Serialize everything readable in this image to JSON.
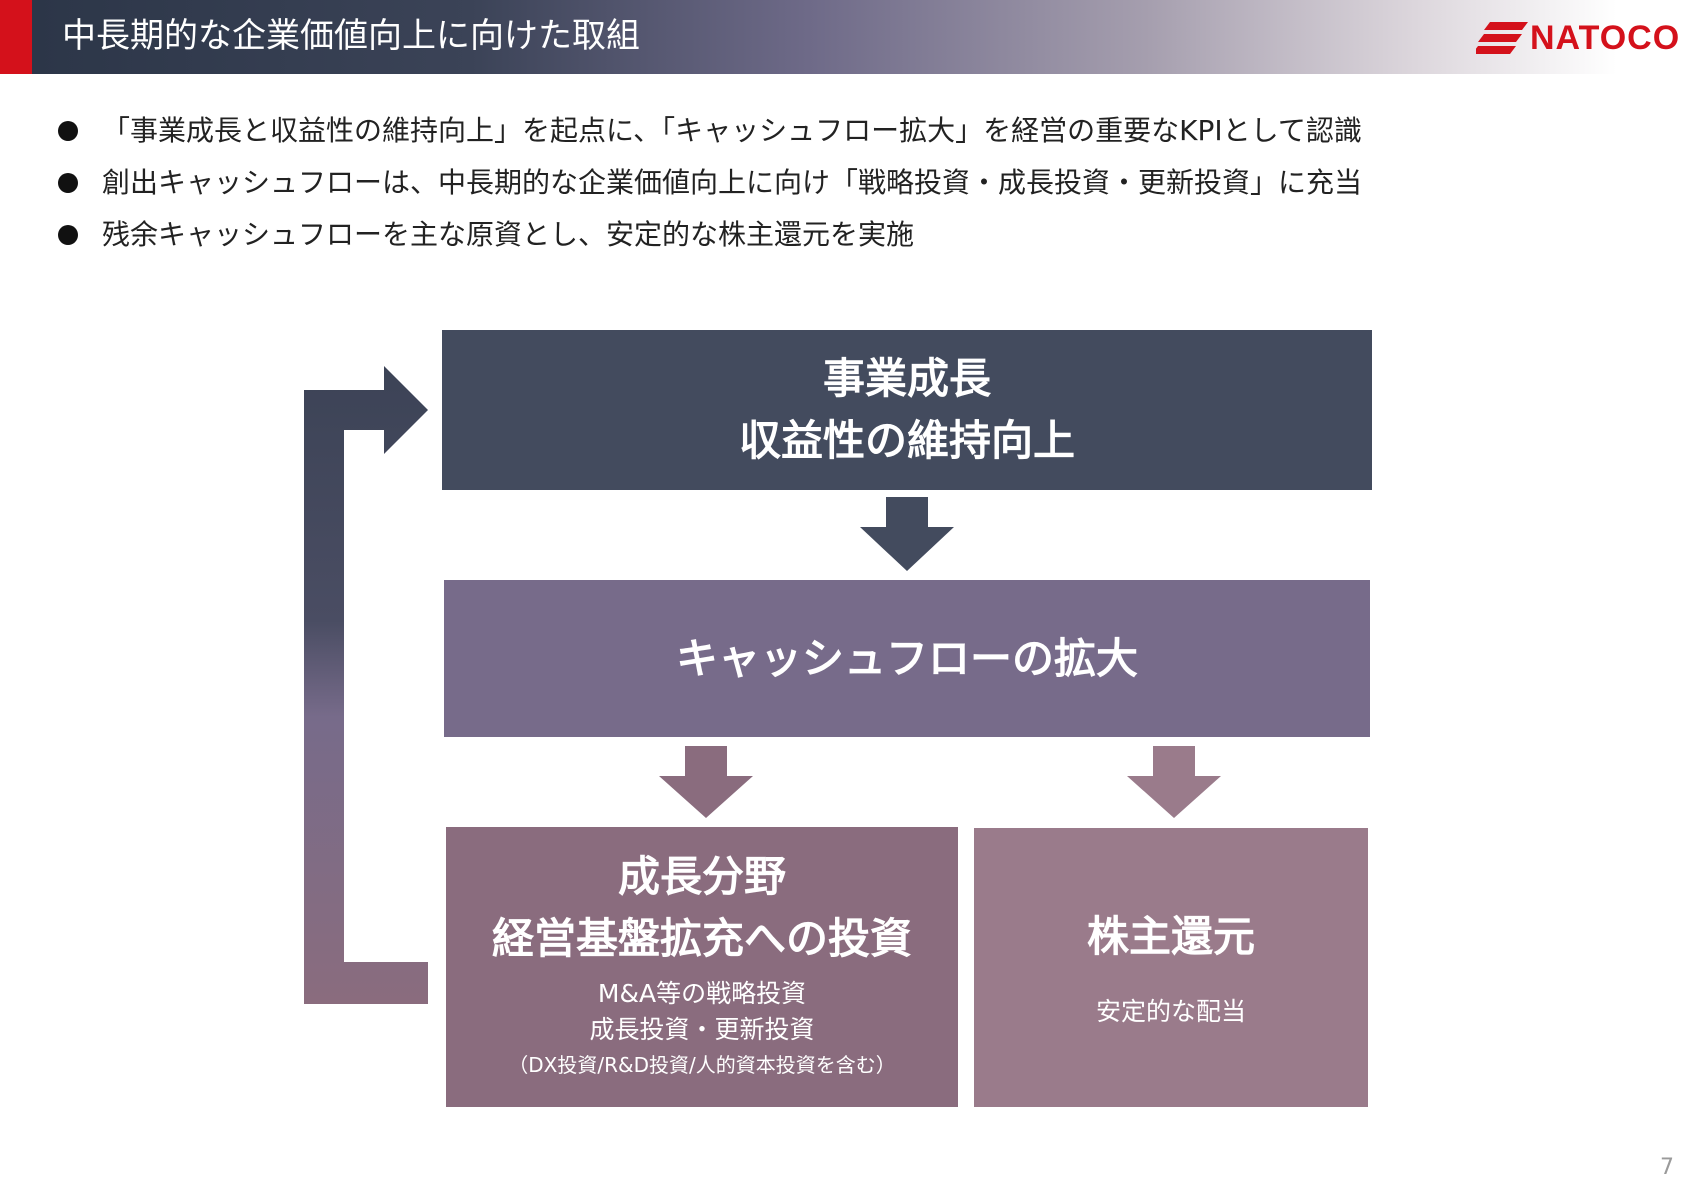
{
  "header": {
    "title": "中長期的な企業価値向上に向けた取組",
    "logo_text": "NATOCO",
    "accent_color": "#d4111b"
  },
  "bullets": [
    "「事業成長と収益性の維持向上」を起点に、「キャッシュフロー拡大」を経営の重要なKPIとして認識",
    "創出キャッシュフローは、中長期的な企業価値向上に向け「戦略投資・成長投資・更新投資」に充当",
    "残余キャッシュフローを主な原資とし、安定的な株主還元を実施"
  ],
  "diagram": {
    "top_box": {
      "line1": "事業成長",
      "line2": "収益性の維持向上",
      "color": "#434b5e"
    },
    "middle_box": {
      "label": "キャッシュフローの拡大",
      "color": "#776b8a"
    },
    "left_box": {
      "line1": "成長分野",
      "line2": "経営基盤拡充への投資",
      "detail1": "M&A等の戦略投資",
      "detail2": "成長投資・更新投資",
      "detail3": "（DX投資/R&D投資/人的資本投資を含む）",
      "color": "#8a6c7e"
    },
    "right_box": {
      "line1": "株主還元",
      "detail": "安定的な配当",
      "color": "#9a7b8b"
    }
  },
  "page_number": "7"
}
